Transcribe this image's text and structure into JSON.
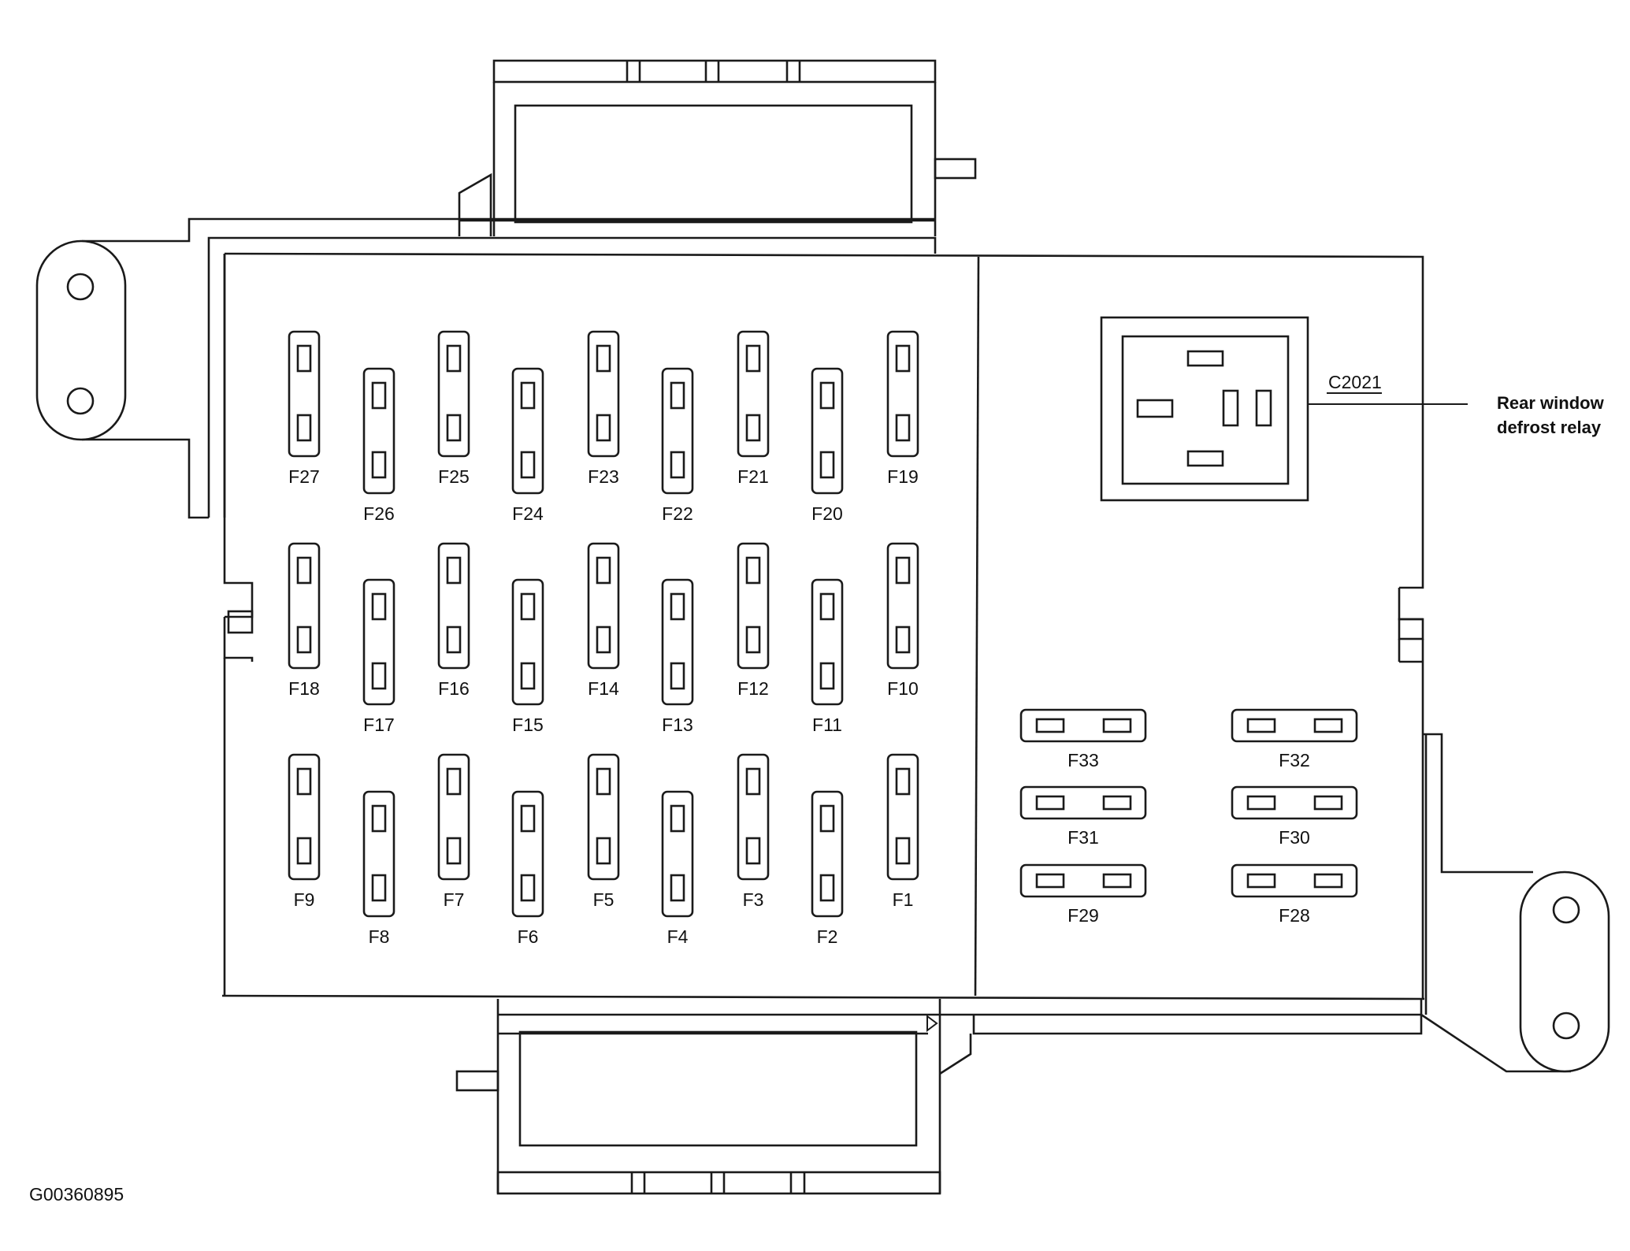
{
  "figure_id": "G00360895",
  "connector": {
    "id": "C2021",
    "callout": [
      "Rear window",
      "defrost relay"
    ]
  },
  "fuses": [
    "F1",
    "F2",
    "F3",
    "F4",
    "F5",
    "F6",
    "F7",
    "F8",
    "F9",
    "F10",
    "F11",
    "F12",
    "F13",
    "F14",
    "F15",
    "F16",
    "F17",
    "F18",
    "F19",
    "F20",
    "F21",
    "F22",
    "F23",
    "F24",
    "F25",
    "F26",
    "F27",
    "F28",
    "F29",
    "F30",
    "F31",
    "F32",
    "F33"
  ],
  "colors": {
    "line": "#1a1a1a",
    "background": "#ffffff"
  }
}
